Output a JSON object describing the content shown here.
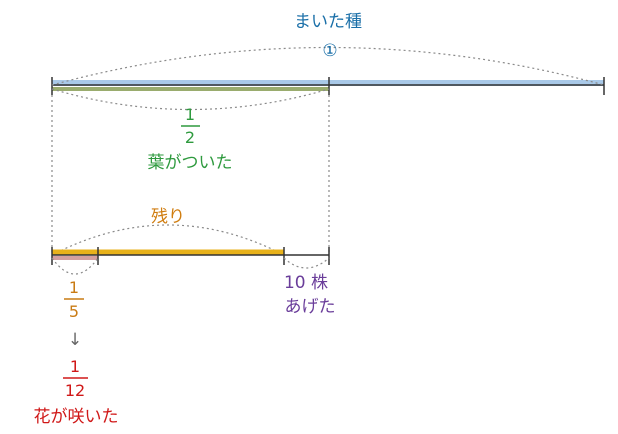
{
  "labels": {
    "seeds_title": "まいた種",
    "seeds_mark": "①",
    "leaf_fraction_num": "1",
    "leaf_fraction_den": "2",
    "leaf_text": "葉がついた",
    "remain_text": "残り",
    "given_count": "10 株",
    "given_text": "あげた",
    "rem_fraction_num": "1",
    "rem_fraction_den": "5",
    "arrow": "↓",
    "flower_fraction_num": "1",
    "flower_fraction_den": "12",
    "flower_text": "花が咲いた"
  },
  "colors": {
    "seeds": "#1a6fa8",
    "seeds_bar": "#a9c9e8",
    "leaf": "#2e9a3e",
    "leaf_bar": "#9aac6e",
    "remain": "#d07d10",
    "remain_bar": "#e8b21b",
    "given": "#6a3d9a",
    "fifth": "#c97b14",
    "fifth_bar": "#d4a0a0",
    "flower": "#d01818",
    "line": "#333333",
    "dotted": "#8a8a8a",
    "arrow": "#666666"
  }
}
